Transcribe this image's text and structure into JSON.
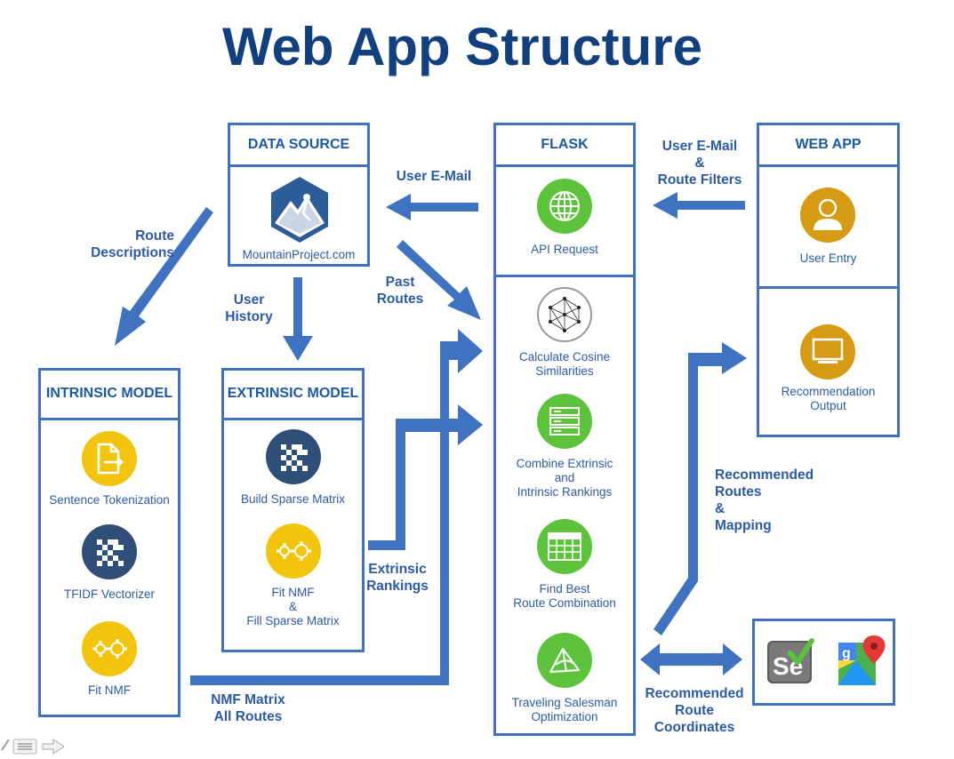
{
  "title": "Web App Structure",
  "boxes": {
    "data_source": {
      "header": "DATA SOURCE",
      "item": "MountainProject.com"
    },
    "flask": {
      "header": "FLASK",
      "api_request": "API Request",
      "steps": [
        {
          "label": "Calculate Cosine Similarities",
          "lines": [
            "Calculate Cosine",
            "Similarities"
          ]
        },
        {
          "label": "Combine Extrinsic and Intrinsic Rankings",
          "lines": [
            "Combine Extrinsic",
            "and",
            "Intrinsic Rankings"
          ]
        },
        {
          "label": "Find Best Route Combination",
          "lines": [
            "Find Best",
            "Route Combination"
          ]
        },
        {
          "label": "Traveling Salesman Optimization",
          "lines": [
            "Traveling Salesman",
            "Optimization"
          ]
        }
      ]
    },
    "web_app": {
      "header": "WEB APP",
      "user_entry": "User Entry",
      "output_lines": [
        "Recommendation",
        "Output"
      ]
    },
    "intrinsic": {
      "header": "INTRINSIC MODEL",
      "items": [
        "Sentence Tokenization",
        "TFIDF Vectorizer",
        "Fit NMF"
      ]
    },
    "extrinsic": {
      "header": "EXTRINSIC MODEL",
      "item1": "Build Sparse Matrix",
      "item2_lines": [
        "Fit NMF",
        "&",
        "Fill Sparse Matrix"
      ]
    }
  },
  "flows": {
    "user_email": "User E-Mail",
    "user_email_filters": [
      "User E-Mail",
      "&",
      "Route Filters"
    ],
    "route_descriptions": [
      "Route",
      "Descriptions"
    ],
    "user_history": [
      "User",
      "History"
    ],
    "past_routes": [
      "Past",
      "Routes"
    ],
    "extrinsic_rankings": [
      "Extrinsic",
      "Rankings"
    ],
    "nmf_matrix": [
      "NMF Matrix",
      "All Routes"
    ],
    "recommended_routes": [
      "Recommended",
      "Routes",
      "&",
      "Mapping"
    ],
    "recommended_coordinates": [
      "Recommended",
      "Route",
      "Coordinates"
    ]
  },
  "colors": {
    "title": "#123f7e",
    "box_border": "#3f72c0",
    "arrow": "#3f72c0",
    "label_text": "#2b5aa8",
    "icon_green": "#5cc33b",
    "icon_yellow": "#f2c40c",
    "icon_navy": "#2f4e78",
    "icon_gold": "#d69a13"
  },
  "icons": [
    "mountain-climber-icon",
    "globe-icon",
    "user-icon",
    "monitor-icon",
    "document-arrow-icon",
    "matrix-icon",
    "gears-icon",
    "network-icon",
    "server-icon",
    "table-icon",
    "tent-icon",
    "selenium-icon",
    "google-maps-icon"
  ]
}
